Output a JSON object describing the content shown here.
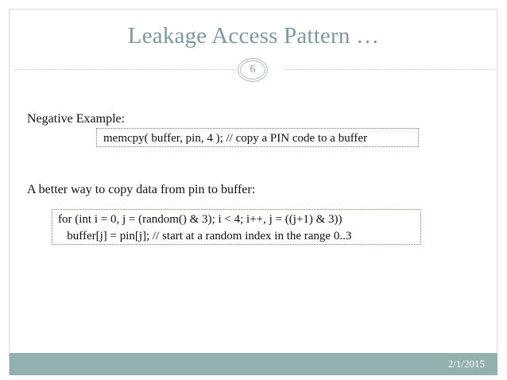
{
  "slide": {
    "title": "Leakage Access Pattern …",
    "page_number": "6",
    "title_color": "#7a9aa3",
    "divider_color": "#b9c8cc",
    "frame_color": "#d4dadd"
  },
  "body": {
    "negative_label": "Negative Example:",
    "better_label": "A better way to copy data from pin to buffer:"
  },
  "code": {
    "border_color": "#b06a60",
    "memcpy_line": "memcpy( buffer, pin, 4 ); // copy a PIN code to a buffer",
    "forloop_line1": "for (int i = 0, j = (random() & 3); i < 4; i++, j = ((j+1) & 3))",
    "forloop_line2": "   buffer[j] = pin[j]; // start at a random index in the range 0..3"
  },
  "footer": {
    "date": "2/1/2015",
    "bar_color": "#92b0b0",
    "text_color": "#ffffff"
  }
}
